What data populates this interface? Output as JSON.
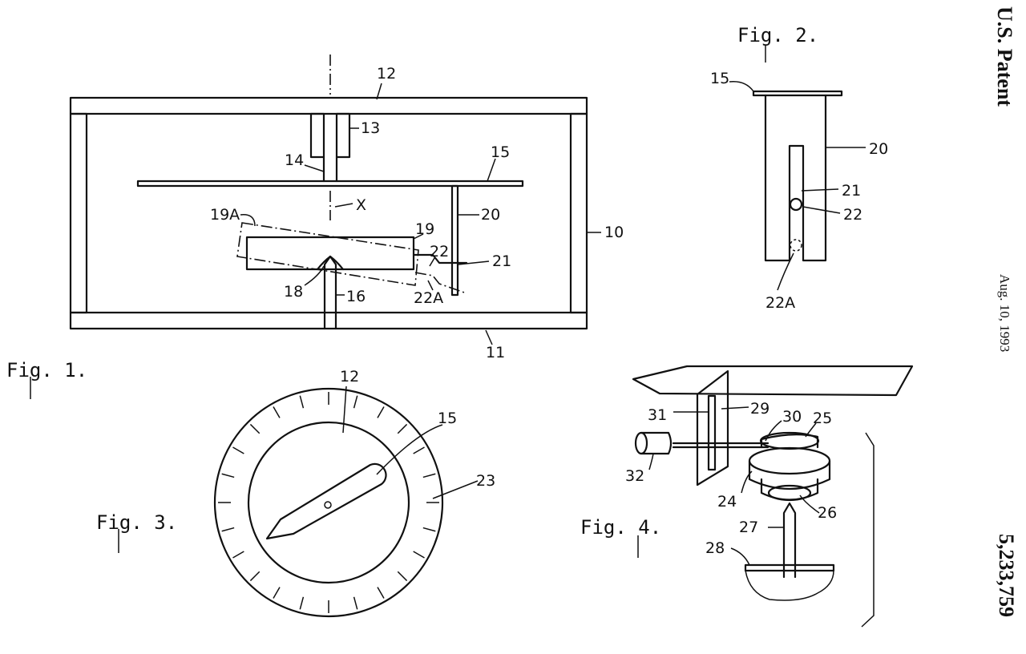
{
  "header": {
    "title": "U.S. Patent",
    "date": "Aug. 10, 1993",
    "patent_number": "5,233,759"
  },
  "figures": {
    "fig1": {
      "caption": "Fig. 1.",
      "labels": [
        "12",
        "13",
        "14",
        "15",
        "X",
        "19A",
        "19",
        "22",
        "20",
        "10",
        "21",
        "18",
        "16",
        "22A",
        "11"
      ]
    },
    "fig2": {
      "caption": "Fig. 2.",
      "labels": [
        "15",
        "20",
        "21",
        "22",
        "22A"
      ]
    },
    "fig3": {
      "caption": "Fig. 3.",
      "labels": [
        "12",
        "15",
        "23"
      ]
    },
    "fig4": {
      "caption": "Fig. 4.",
      "labels": [
        "31",
        "29",
        "30",
        "25",
        "32",
        "24",
        "26",
        "27",
        "28"
      ]
    }
  }
}
